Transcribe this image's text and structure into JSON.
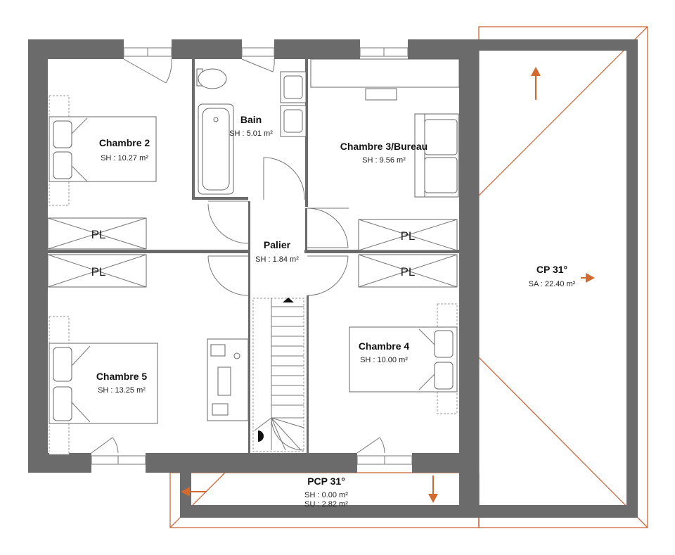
{
  "rooms": {
    "chambre2": {
      "name": "Chambre 2",
      "area": "SH : 10.27 m²"
    },
    "bain": {
      "name": "Bain",
      "area": "SH : 5.01 m²"
    },
    "chambre3": {
      "name": "Chambre 3/Bureau",
      "area": "SH : 9.56 m²"
    },
    "palier": {
      "name": "Palier",
      "area": "SH : 1.84 m²"
    },
    "chambre4": {
      "name": "Chambre 4",
      "area": "SH : 10.00 m²"
    },
    "chambre5": {
      "name": "Chambre 5",
      "area": "SH : 13.25 m²"
    }
  },
  "placards": {
    "label": "PL"
  },
  "roofs": {
    "cp": {
      "name": "CP 31°",
      "area": "SA : 22.40 m²"
    },
    "pcp": {
      "name": "PCP 31°",
      "area_sh": "SH : 0.00 m²",
      "area_su": "SU : 2.82 m²"
    }
  },
  "colors": {
    "wall": "#6b6b6b",
    "roof_outline": "#c8693a",
    "arrow": "#d06a2e"
  }
}
